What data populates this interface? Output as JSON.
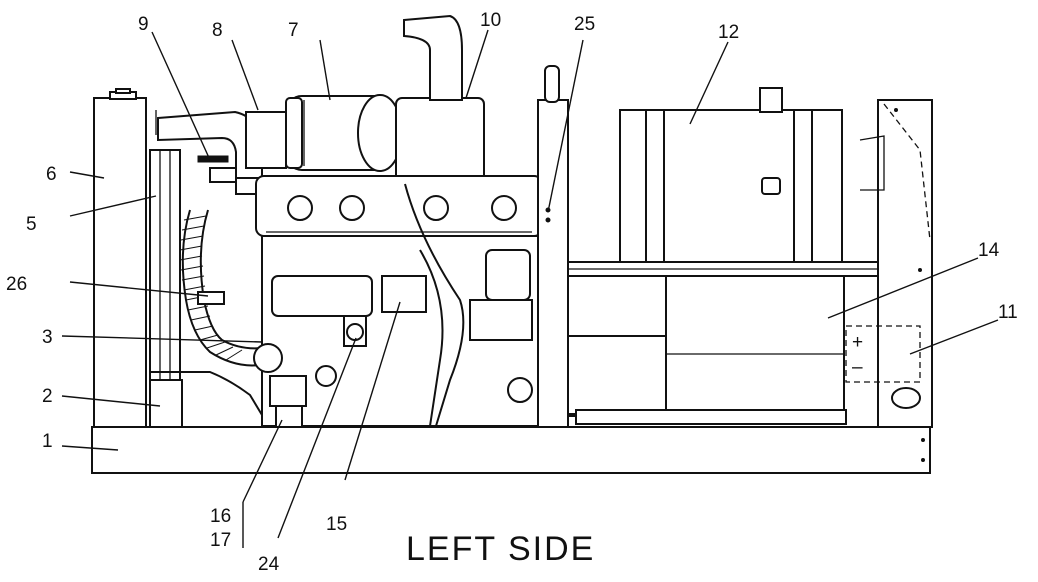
{
  "caption": "LEFT SIDE",
  "callouts": {
    "c1": "1",
    "c2": "2",
    "c3": "3",
    "c5": "5",
    "c6": "6",
    "c7": "7",
    "c8": "8",
    "c9": "9",
    "c10": "10",
    "c11": "11",
    "c12": "12",
    "c14": "14",
    "c15": "15",
    "c16": "16",
    "c17": "17",
    "c24": "24",
    "c25": "25",
    "c26": "26"
  },
  "battery_terminals": {
    "positive": "+",
    "negative": "–"
  }
}
